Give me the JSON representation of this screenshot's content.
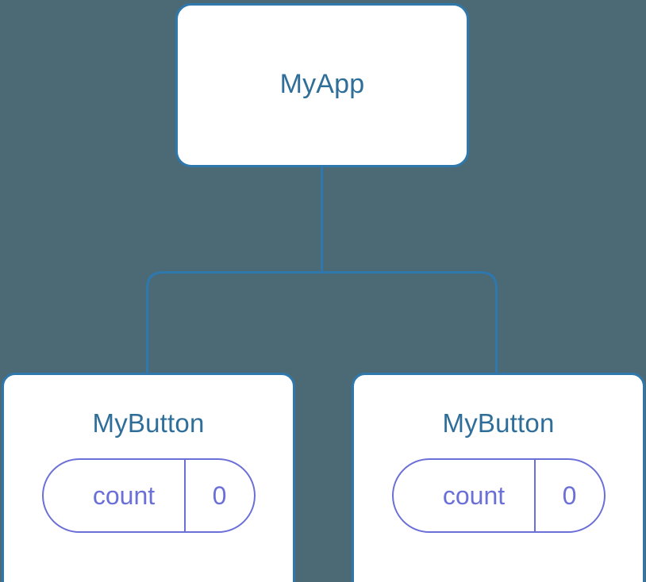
{
  "diagram": {
    "kind": "component-tree",
    "background_color": "#4c6a75",
    "node_border_color": "#2e78ad",
    "node_fill_color": "#ffffff",
    "title_color": "#2e6e99",
    "pill_color": "#6b6fd8",
    "edge_color": "#2e78ad"
  },
  "root": {
    "label": "MyApp"
  },
  "children": [
    {
      "label": "MyButton",
      "state": {
        "key": "count",
        "value": "0"
      }
    },
    {
      "label": "MyButton",
      "state": {
        "key": "count",
        "value": "0"
      }
    }
  ]
}
